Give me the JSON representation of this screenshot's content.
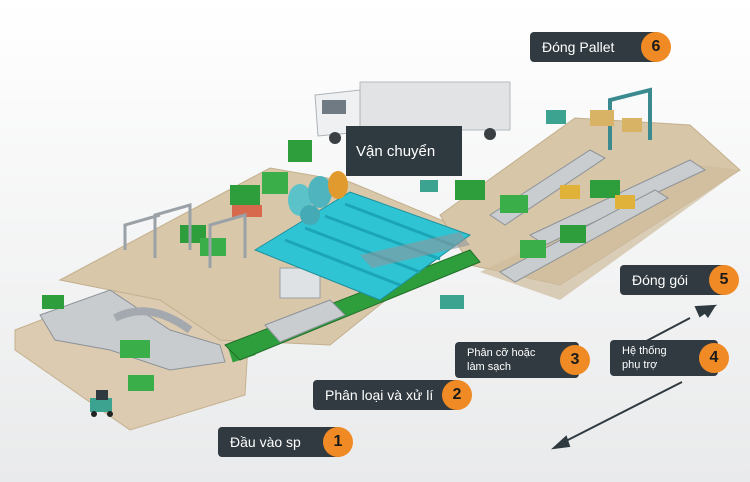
{
  "callouts": [
    {
      "id": "6",
      "label": "Đóng Pallet"
    },
    {
      "id": "5",
      "label": "Đóng gói"
    },
    {
      "id": "4",
      "label": "Hệ thống\nphụ trợ"
    },
    {
      "id": "3",
      "label": "Phân cỡ hoặc\nlàm sạch"
    },
    {
      "id": "2",
      "label": "Phân loại và xử lí"
    },
    {
      "id": "1",
      "label": "Đầu vào sp"
    }
  ],
  "transport_label": "Vận chuyển",
  "colors": {
    "callout_bg": "#303a40",
    "badge": "#f08a24",
    "floor": "#d9c8ac",
    "equipment_green": "#2e9e3c",
    "washer_cyan": "#2fc4d4"
  }
}
